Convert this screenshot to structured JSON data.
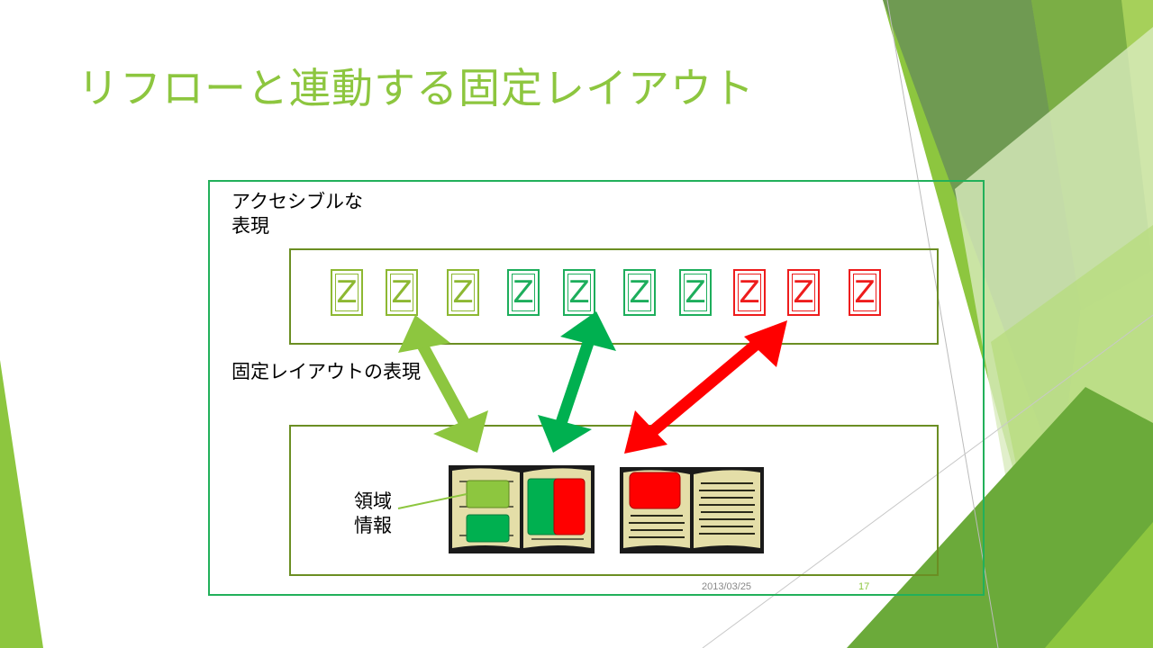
{
  "slide": {
    "title": "リフローと連動する固定レイアウト",
    "accessible_label_line1": "アクセシブルな",
    "accessible_label_line2": "表現",
    "fixed_layout_label": "固定レイアウトの表現",
    "region_label_line1": "領域",
    "region_label_line2": "情報",
    "date": "2013/03/25",
    "page_number": "17"
  },
  "characters": [
    {
      "glyph": "Z",
      "color": "#8DB832"
    },
    {
      "glyph": "Z",
      "color": "#8DB832"
    },
    {
      "glyph": "Z",
      "color": "#8DB832"
    },
    {
      "glyph": "Z",
      "color": "#1DAE5C"
    },
    {
      "glyph": "Z",
      "color": "#1DAE5C"
    },
    {
      "glyph": "Z",
      "color": "#1DAE5C"
    },
    {
      "glyph": "Z",
      "color": "#1DAE5C"
    },
    {
      "glyph": "Z",
      "color": "#EE1C1C"
    },
    {
      "glyph": "Z",
      "color": "#EE1C1C"
    },
    {
      "glyph": "Z",
      "color": "#EE1C1C"
    }
  ],
  "colors": {
    "title": "#8DC63F",
    "light_green": "#8DC63F",
    "green": "#00B050",
    "red": "#FF0000",
    "outer_frame": "#22B05A",
    "inner_frame": "#6B8E23"
  },
  "icons": {
    "book_left": "open-book-icon",
    "book_right": "open-book-icon",
    "arrow_light_green": "double-arrow-icon",
    "arrow_green": "double-arrow-icon",
    "arrow_red": "double-arrow-icon"
  }
}
